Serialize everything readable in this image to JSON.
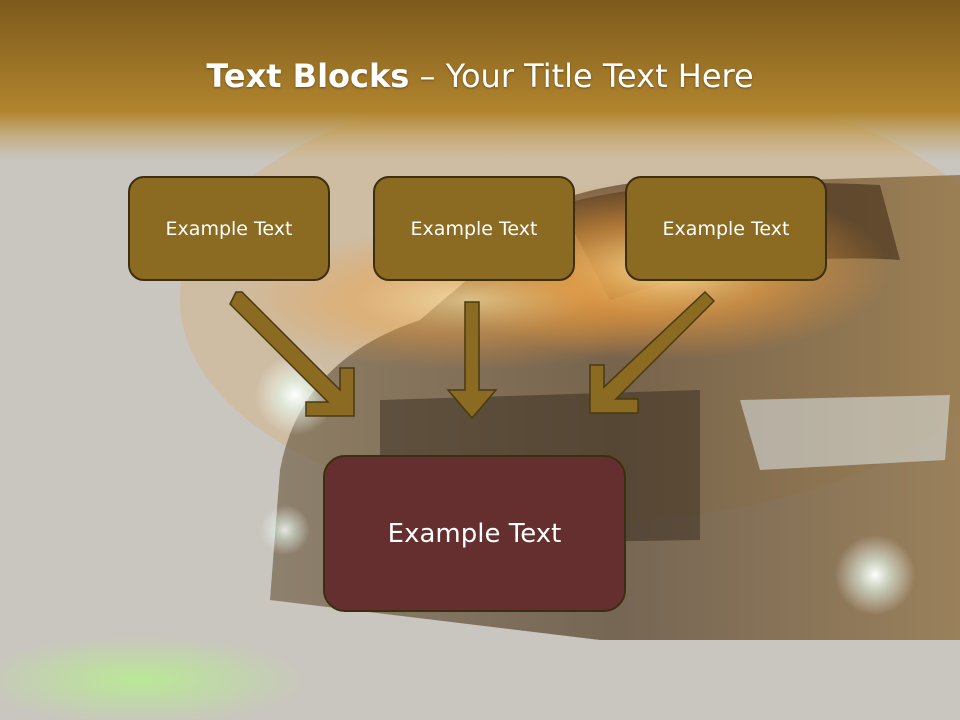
{
  "title": {
    "bold": "Text Blocks",
    "separator": " – ",
    "rest": "Your Title Text Here"
  },
  "boxes": {
    "box1": "Example Text",
    "box2": "Example Text",
    "box3": "Example Text",
    "bottom": "Example Text"
  },
  "colors": {
    "header_gold": "#a57b2a",
    "box_fill": "#8b6a22",
    "box_border": "#3d2e10",
    "bottom_fill": "#652f30",
    "arrow_fill": "#8b6a22"
  }
}
